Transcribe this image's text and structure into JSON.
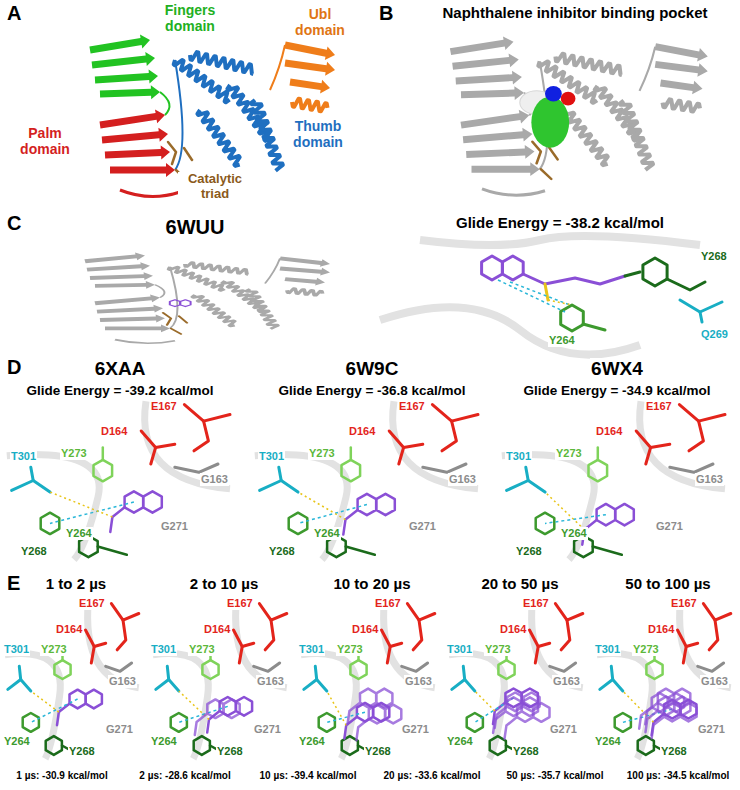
{
  "diagram": {
    "labels": [
      "A",
      "Fingers domain",
      "Palm domain",
      "Thumb domain",
      "Ubl domain",
      "Catalytic triad",
      "B",
      "Naphthalene inhibitor binding pocket",
      "C",
      "6WUU",
      "Glide Energy = -38.2 kcal/mol",
      "Y268",
      "Q269",
      "Y264",
      "D",
      "6XAA",
      "Glide Energy = -39.2 kcal/mol",
      "E167",
      "D164",
      "G163",
      "Y273",
      "T301",
      "Y264",
      "G271",
      "Y268",
      "6W9C",
      "Glide Energy = -36.8 kcal/mol",
      "E167",
      "D164",
      "G163",
      "Y273",
      "T301",
      "Y264",
      "G271",
      "Y268",
      "6WX4",
      "Glide Energy = -34.9 kcal/mol",
      "E167",
      "D164",
      "G163",
      "Y273",
      "T301",
      "Y264",
      "G271",
      "Y268",
      "E",
      "1 to 2 µs",
      "E167",
      "D164",
      "G163",
      "Y273",
      "T301",
      "Y264",
      "G271",
      "Y268",
      "2 to 10 µs",
      "E167",
      "D164",
      "G163",
      "Y273",
      "T301",
      "Y264",
      "G271",
      "Y268",
      "10 to 20 µs",
      "E167",
      "D164",
      "G163",
      "Y273",
      "T301",
      "Y264",
      "G271",
      "Y268",
      "20 to 50 µs",
      "E167",
      "D164",
      "G163",
      "Y273",
      "T301",
      "Y264",
      "G271",
      "Y268",
      "50 to 100 µs",
      "E167",
      "D164",
      "G163",
      "Y273",
      "T301",
      "Y264",
      "G271",
      "Y268",
      "1 µs: -30.9 kcal/mol",
      "2 µs: -28.6 kcal/mol",
      "10 µs: -39.4 kcal/mol",
      "20 µs: -33.6 kcal/mol",
      "50 µs: -35.7 kcal/mol",
      "100 µs: -34.5 kcal/mol"
    ]
  }
}
